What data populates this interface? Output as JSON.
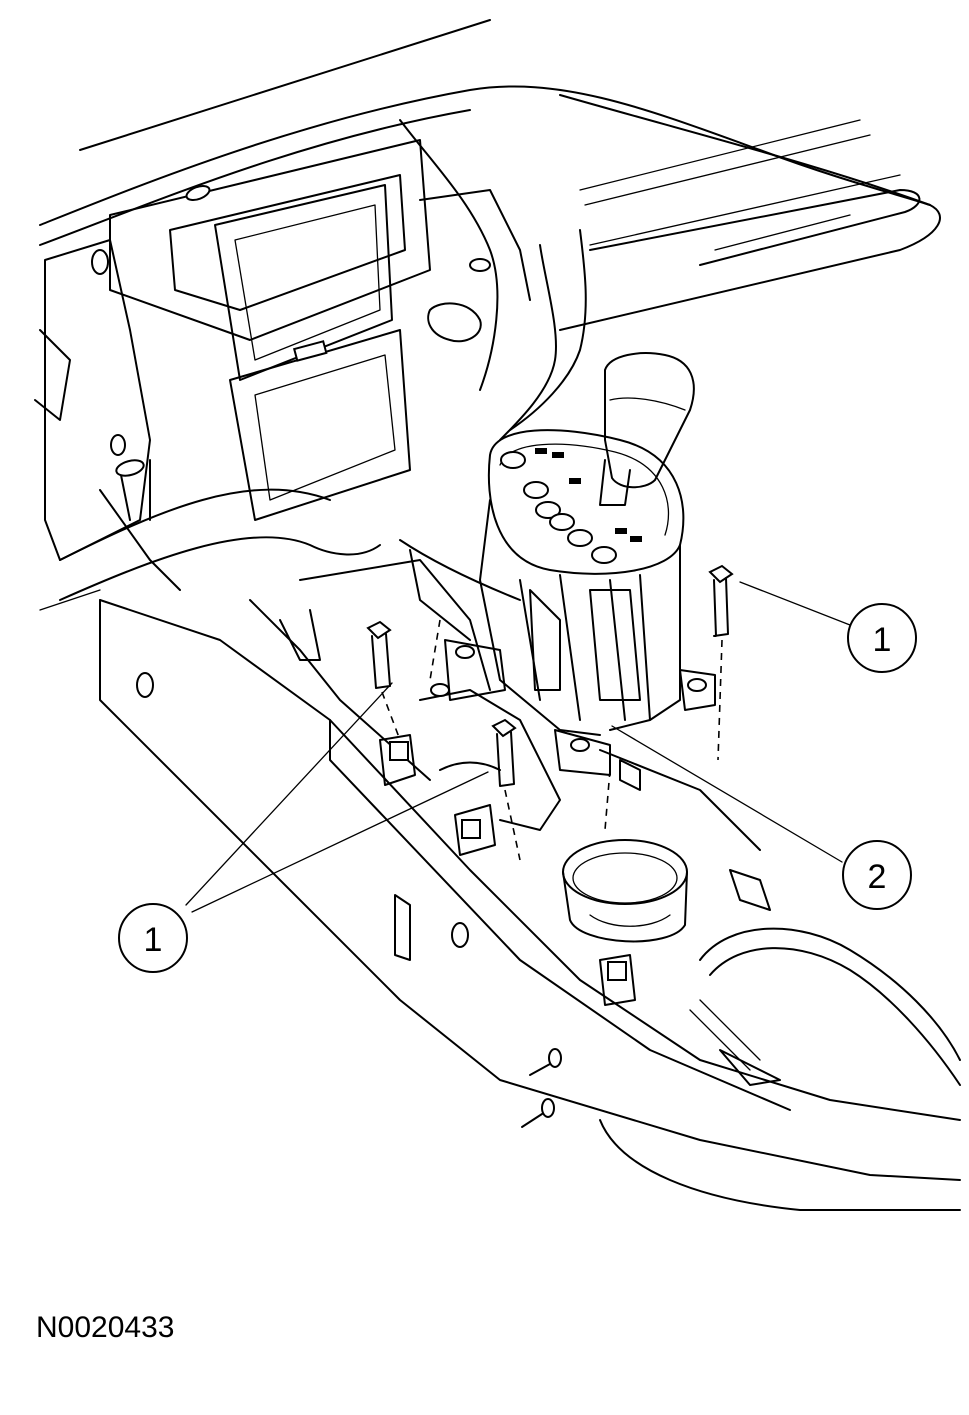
{
  "callouts": [
    {
      "label": "1"
    },
    {
      "label": "2"
    },
    {
      "label": "1"
    }
  ],
  "figure_id": "N0020433"
}
